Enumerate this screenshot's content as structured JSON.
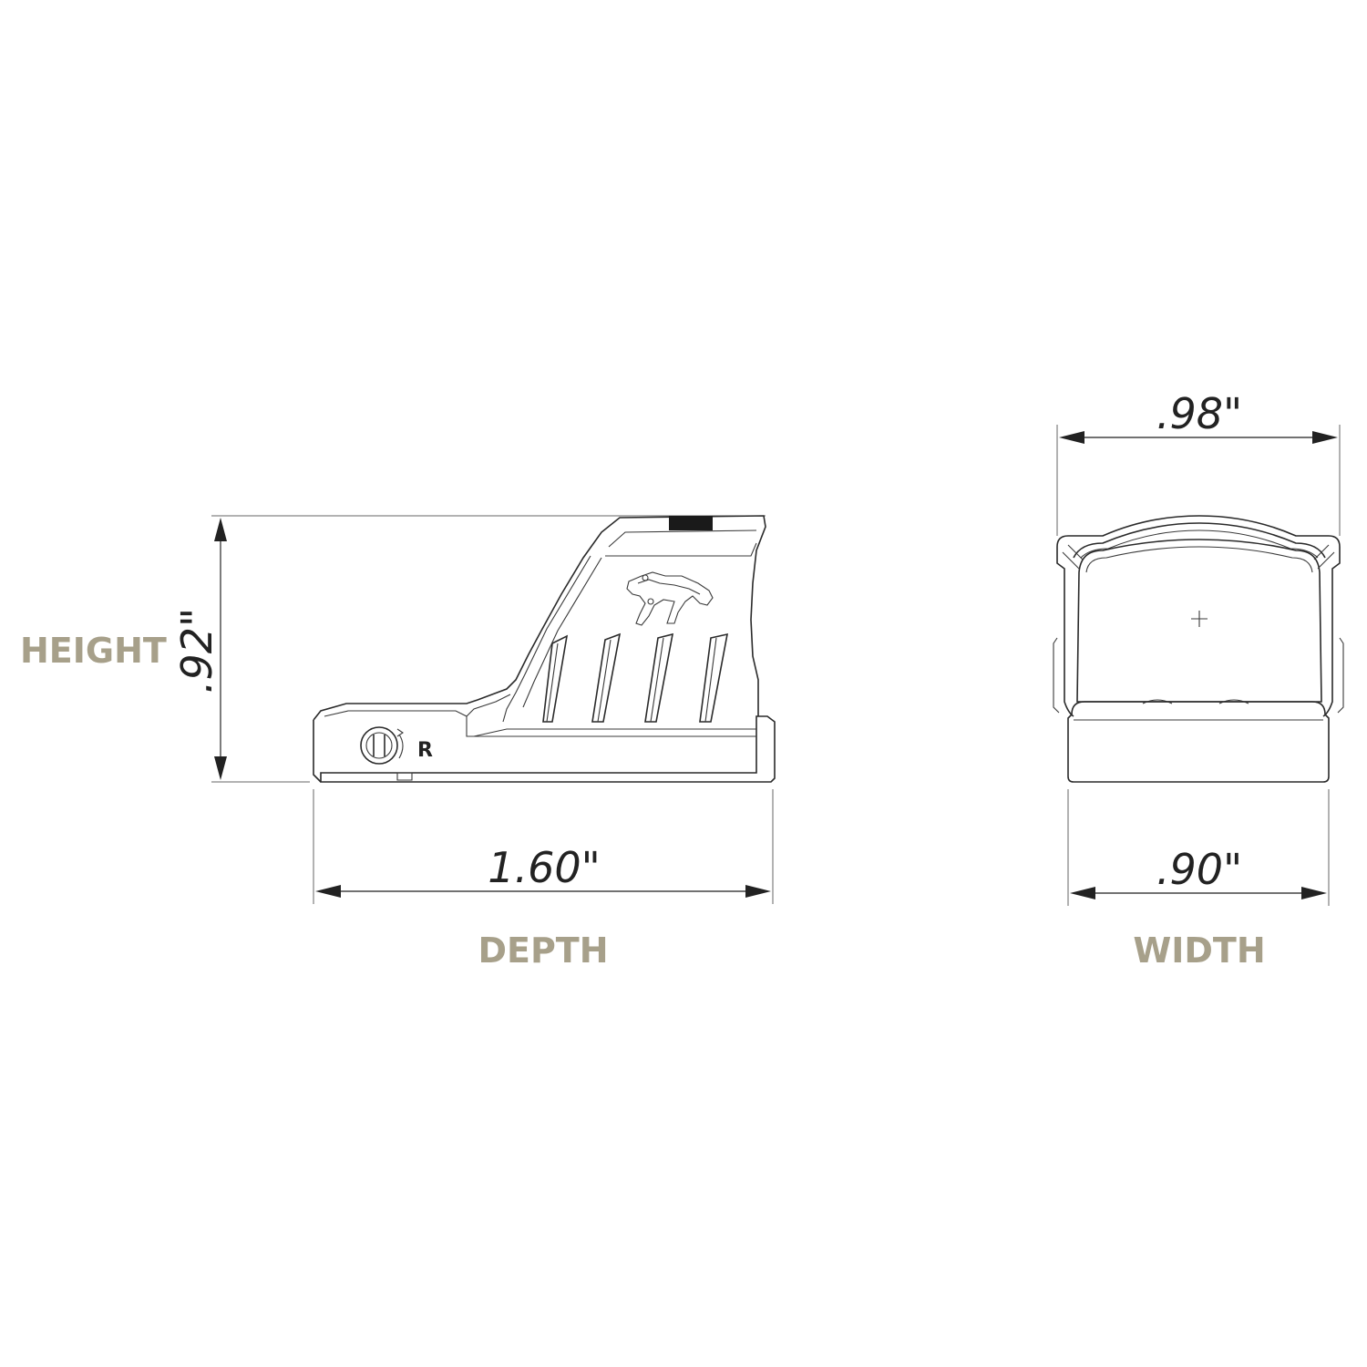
{
  "side_view": {
    "caption_height": "HEIGHT",
    "caption_depth": "DEPTH",
    "height_value": ".92\"",
    "depth_value": "1.60\"",
    "rear_marking": "R"
  },
  "front_view": {
    "caption_width": "WIDTH",
    "top_width_value": ".98\"",
    "base_width_value": ".90\""
  },
  "colors": {
    "caption": "#a7a08a",
    "line": "#2a2a2a",
    "background": "#ffffff"
  }
}
